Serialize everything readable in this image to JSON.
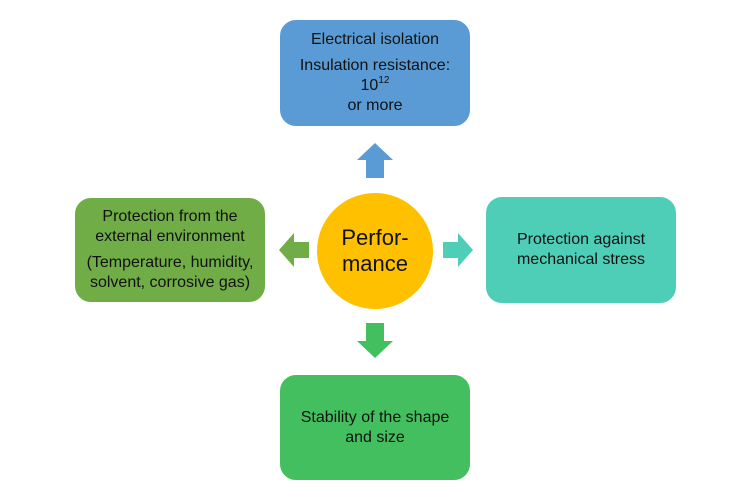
{
  "center": {
    "line1": "Perfor-",
    "line2": "mance"
  },
  "top_box": {
    "line1": "Electrical isolation",
    "line2_text": "Insulation resistance: 10",
    "line2_sup": "12",
    "line3": "or more"
  },
  "left_box": {
    "line1": "Protection from the",
    "line2": "external environment",
    "line3": "(Temperature, humidity,",
    "line4": "solvent, corrosive gas)"
  },
  "right_box": {
    "line1": "Protection against",
    "line2": "mechanical stress"
  },
  "bottom_box": {
    "line1": "Stability of the shape",
    "line2": "and size"
  },
  "colors": {
    "top": "#5b9bd5",
    "left": "#70ad47",
    "right": "#4ecdb7",
    "bottom": "#44bf5f",
    "center": "#ffc000"
  }
}
